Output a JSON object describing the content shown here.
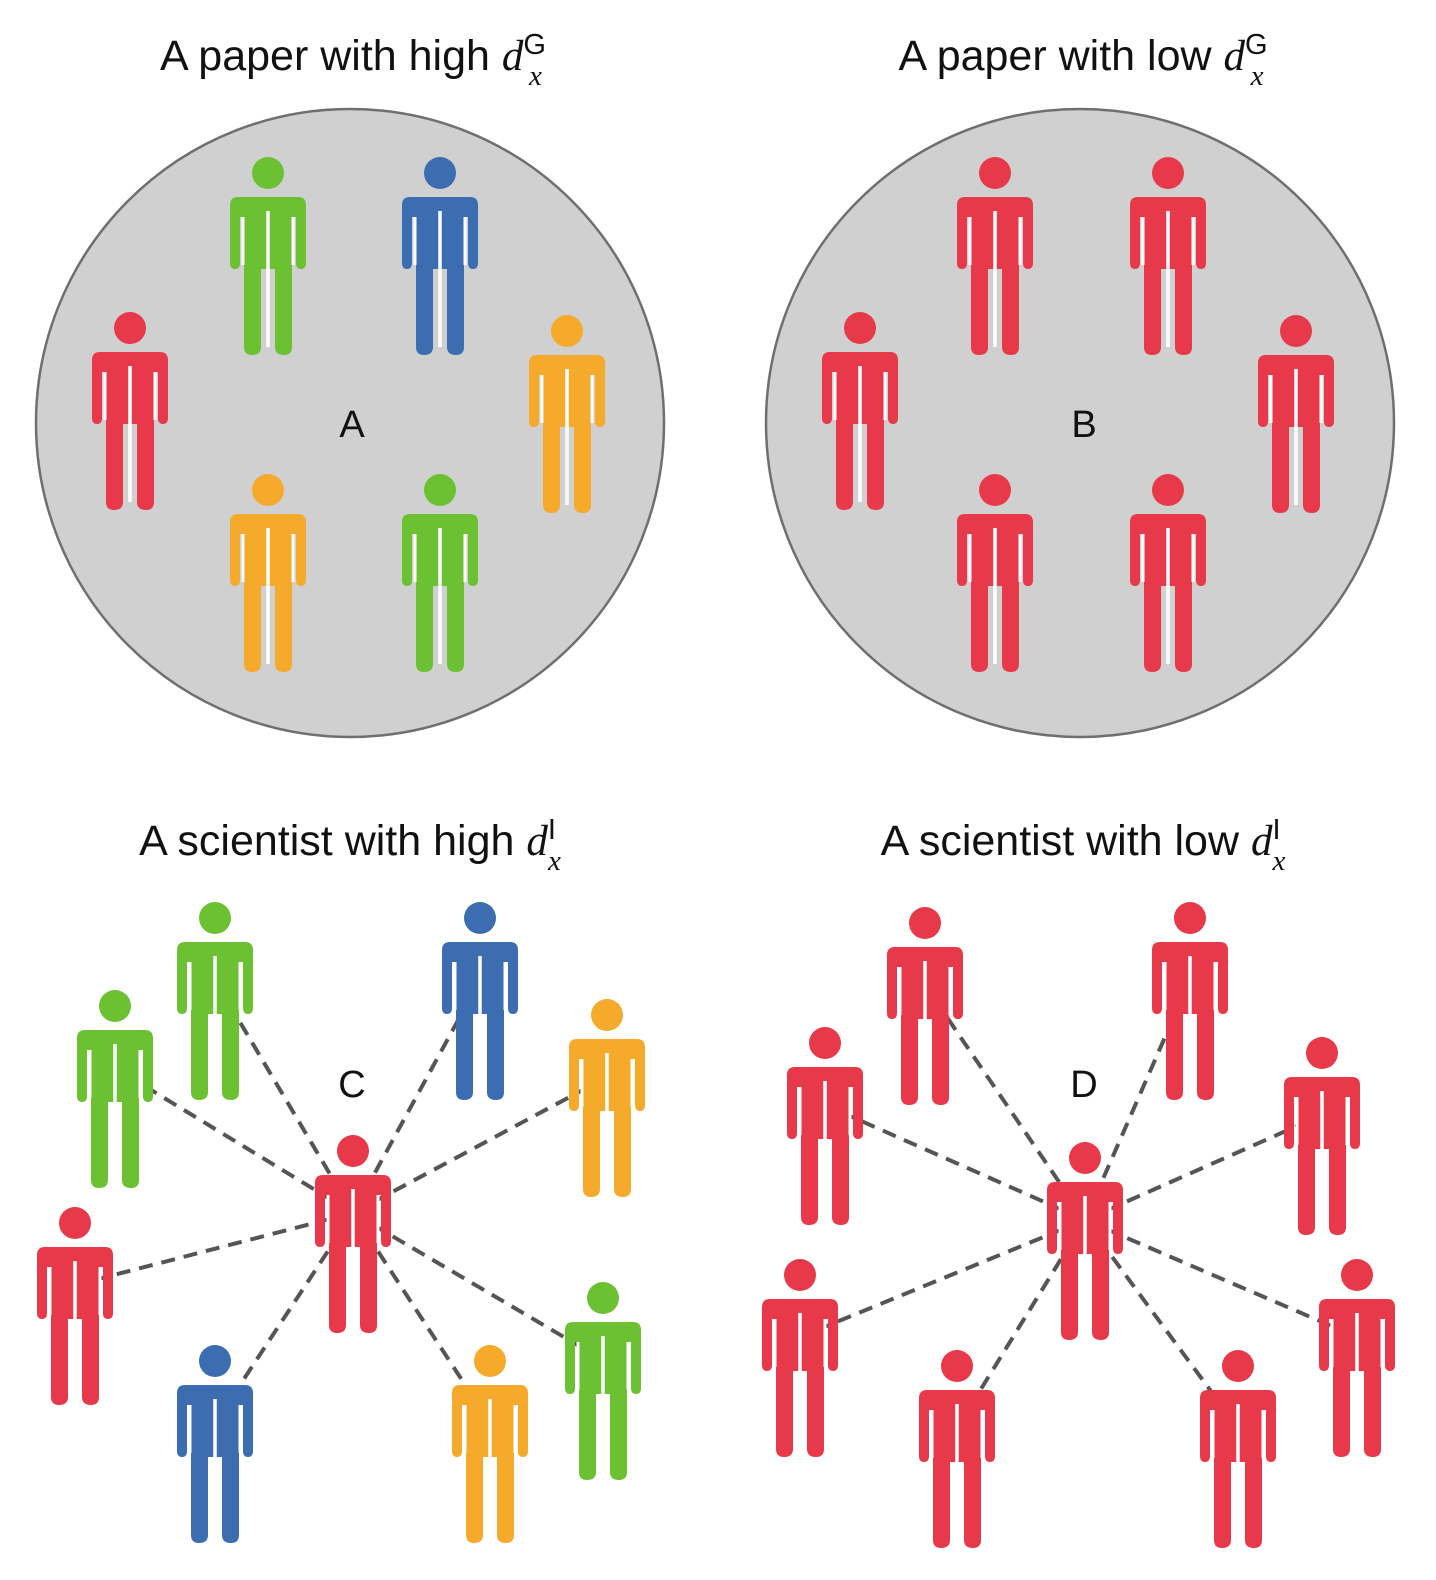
{
  "panels": [
    {
      "id": "A",
      "title_prefix": "A paper with high ",
      "symbol": "d",
      "superscript": "G",
      "subscript": "x",
      "center_label": "A",
      "kind": "circle",
      "people": [
        "red",
        "green",
        "blue",
        "orange",
        "orange",
        "green"
      ]
    },
    {
      "id": "B",
      "title_prefix": "A paper with low ",
      "symbol": "d",
      "superscript": "G",
      "subscript": "x",
      "center_label": "B",
      "kind": "circle",
      "people": [
        "red",
        "red",
        "red",
        "red",
        "red",
        "red"
      ]
    },
    {
      "id": "C",
      "title_prefix": "A scientist with high ",
      "symbol": "d",
      "superscript": "I",
      "subscript": "x",
      "center_label": "C",
      "kind": "network",
      "center_color": "red",
      "people": [
        "green",
        "green",
        "blue",
        "orange",
        "red",
        "blue",
        "orange",
        "green"
      ]
    },
    {
      "id": "D",
      "title_prefix": "A scientist with low ",
      "symbol": "d",
      "superscript": "I",
      "subscript": "x",
      "center_label": "D",
      "kind": "network",
      "center_color": "red",
      "people": [
        "red",
        "red",
        "red",
        "red",
        "red",
        "red",
        "red",
        "red"
      ]
    }
  ],
  "colors": {
    "red": "#e8394a",
    "green": "#6cc133",
    "blue": "#3b6db0",
    "orange": "#f5aa2c",
    "circle_fill": "#d0d0d0",
    "circle_stroke": "#6f6f6f",
    "link": "#555555"
  }
}
